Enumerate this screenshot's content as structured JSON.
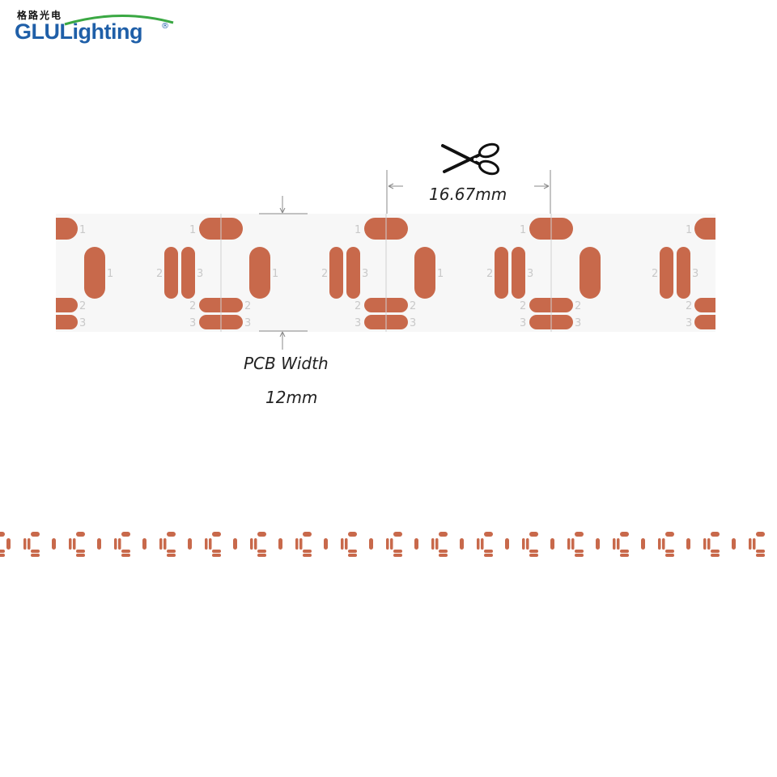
{
  "logo": {
    "chinese_text": "格路光电",
    "brand_text": "GLULighting",
    "registered_mark": "®",
    "brand_color": "#1f5fa8",
    "arc_color": "#3aa843"
  },
  "diagram": {
    "cut_length": "16.67mm",
    "pcb_width_label": "PCB Width",
    "pcb_width_value": "12mm",
    "pad_numbers": [
      "1",
      "2",
      "3"
    ],
    "cut_icon": "scissors-icon",
    "pad_color": "#c8694b",
    "strip_color": "#f7f7f7"
  }
}
